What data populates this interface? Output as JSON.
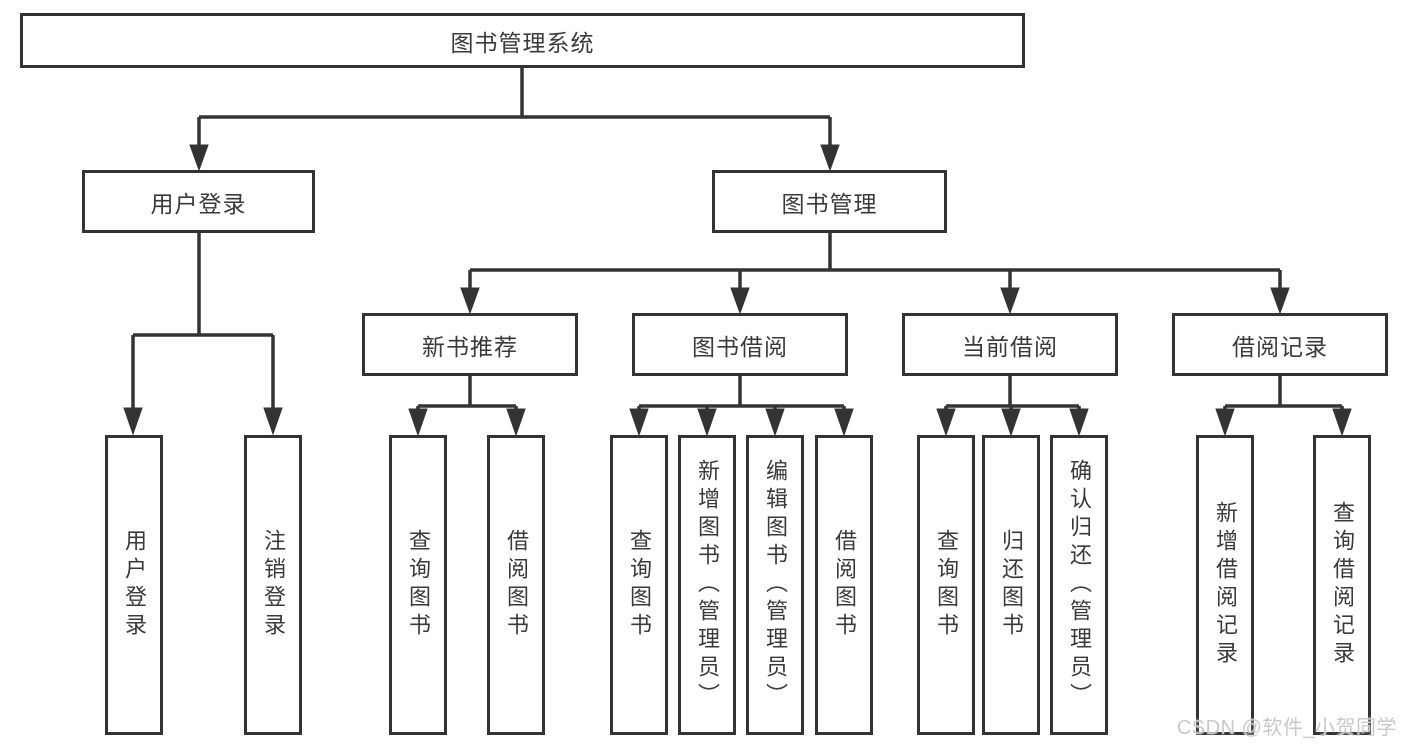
{
  "diagram": {
    "title": "图书管理系统",
    "root": {
      "label": "图书管理系统"
    },
    "level2": [
      {
        "label": "用户登录"
      },
      {
        "label": "图书管理"
      }
    ],
    "level3": [
      {
        "label": "新书推荐"
      },
      {
        "label": "图书借阅"
      },
      {
        "label": "当前借阅"
      },
      {
        "label": "借阅记录"
      }
    ],
    "leaves": {
      "user_login": [
        {
          "label": "用户登录"
        },
        {
          "label": "注销登录"
        }
      ],
      "new_book": [
        {
          "label": "查询图书"
        },
        {
          "label": "借阅图书"
        }
      ],
      "book_borrow": [
        {
          "label": "查询图书"
        },
        {
          "label": "新增图书（管理员）"
        },
        {
          "label": "编辑图书（管理员）"
        },
        {
          "label": "借阅图书"
        }
      ],
      "current_borrow": [
        {
          "label": "查询图书"
        },
        {
          "label": "归还图书"
        },
        {
          "label": "确认归还（管理员）"
        }
      ],
      "borrow_records": [
        {
          "label": "新增借阅记录"
        },
        {
          "label": "查询借阅记录"
        }
      ]
    }
  },
  "watermark": {
    "text": "CSDN @软件_小贺同学",
    "color": "#c9c9c9"
  },
  "colors": {
    "line": "#333333",
    "box_border": "#333333",
    "text": "#3a3a3a",
    "background": "#ffffff"
  }
}
